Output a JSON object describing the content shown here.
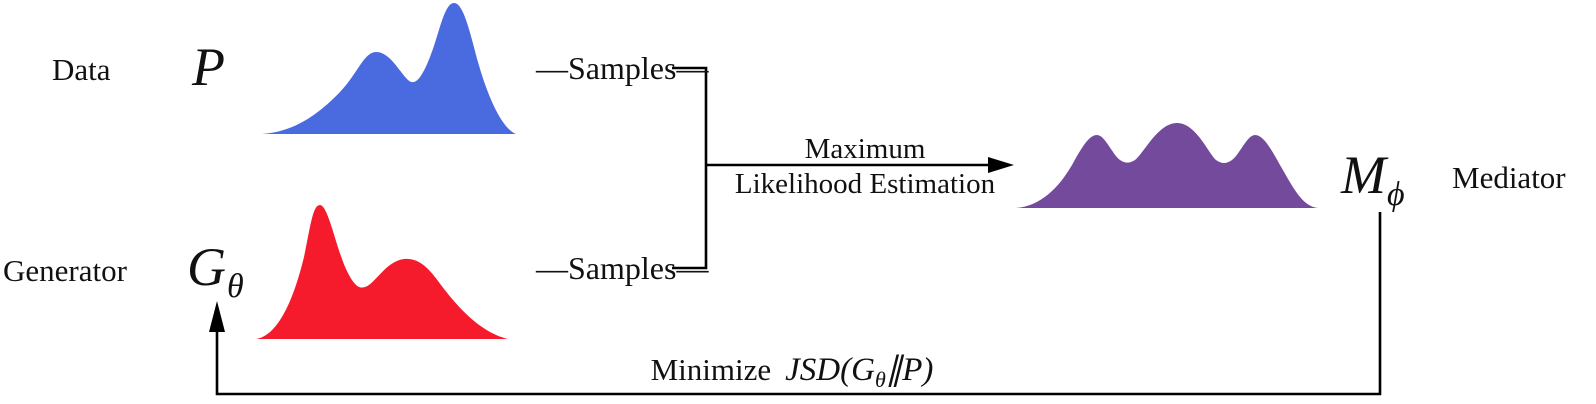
{
  "colors": {
    "data_curve": "#4a6ae0",
    "generator_curve": "#f51b2c",
    "mediator_curve": "#744a9d",
    "line": "#000000"
  },
  "nodes": {
    "data": {
      "label": "Data",
      "symbol": "P"
    },
    "generator": {
      "label": "Generator",
      "symbol": "G",
      "symbol_sub": "θ"
    },
    "mediator": {
      "label": "Mediator",
      "symbol": "M",
      "symbol_sub": "ϕ"
    }
  },
  "connectors": {
    "samples_top": "—Samples—",
    "samples_bottom": "—Samples—",
    "mle_label_line1": "Maximum",
    "mle_label_line2": "Likelihood Estimation"
  },
  "feedback": {
    "prefix": "Minimize",
    "formula_head": "JSD(G",
    "formula_sub": "θ",
    "formula_tail": "∥P)"
  }
}
